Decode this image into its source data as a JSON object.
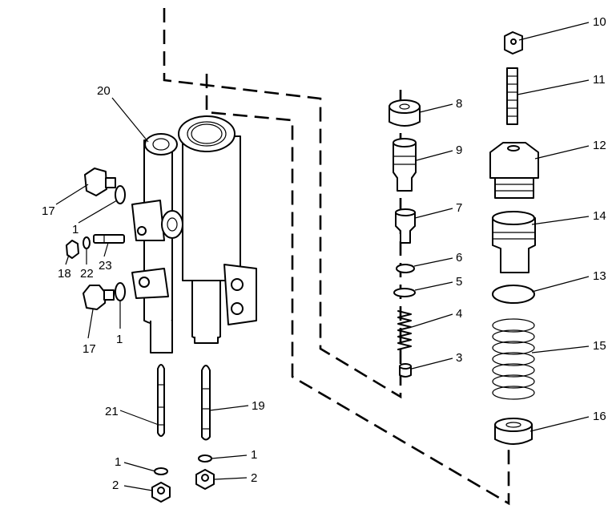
{
  "callouts": [
    {
      "id": "c10",
      "text": "10"
    },
    {
      "id": "c11",
      "text": "11"
    },
    {
      "id": "c12",
      "text": "12"
    },
    {
      "id": "c14",
      "text": "14"
    },
    {
      "id": "c13",
      "text": "13"
    },
    {
      "id": "c15",
      "text": "15"
    },
    {
      "id": "c16",
      "text": "16"
    },
    {
      "id": "c8",
      "text": "8"
    },
    {
      "id": "c9",
      "text": "9"
    },
    {
      "id": "c7",
      "text": "7"
    },
    {
      "id": "c6",
      "text": "6"
    },
    {
      "id": "c5",
      "text": "5"
    },
    {
      "id": "c4",
      "text": "4"
    },
    {
      "id": "c3",
      "text": "3"
    },
    {
      "id": "c20",
      "text": "20"
    },
    {
      "id": "c17a",
      "text": "17"
    },
    {
      "id": "c1a",
      "text": "1"
    },
    {
      "id": "c18",
      "text": "18"
    },
    {
      "id": "c22",
      "text": "22"
    },
    {
      "id": "c23",
      "text": "23"
    },
    {
      "id": "c17b",
      "text": "17"
    },
    {
      "id": "c1b",
      "text": "1"
    },
    {
      "id": "c21",
      "text": "21"
    },
    {
      "id": "c19",
      "text": "19"
    },
    {
      "id": "c1c",
      "text": "1"
    },
    {
      "id": "c2a",
      "text": "2"
    },
    {
      "id": "c1d",
      "text": "1"
    },
    {
      "id": "c2b",
      "text": "2"
    }
  ]
}
